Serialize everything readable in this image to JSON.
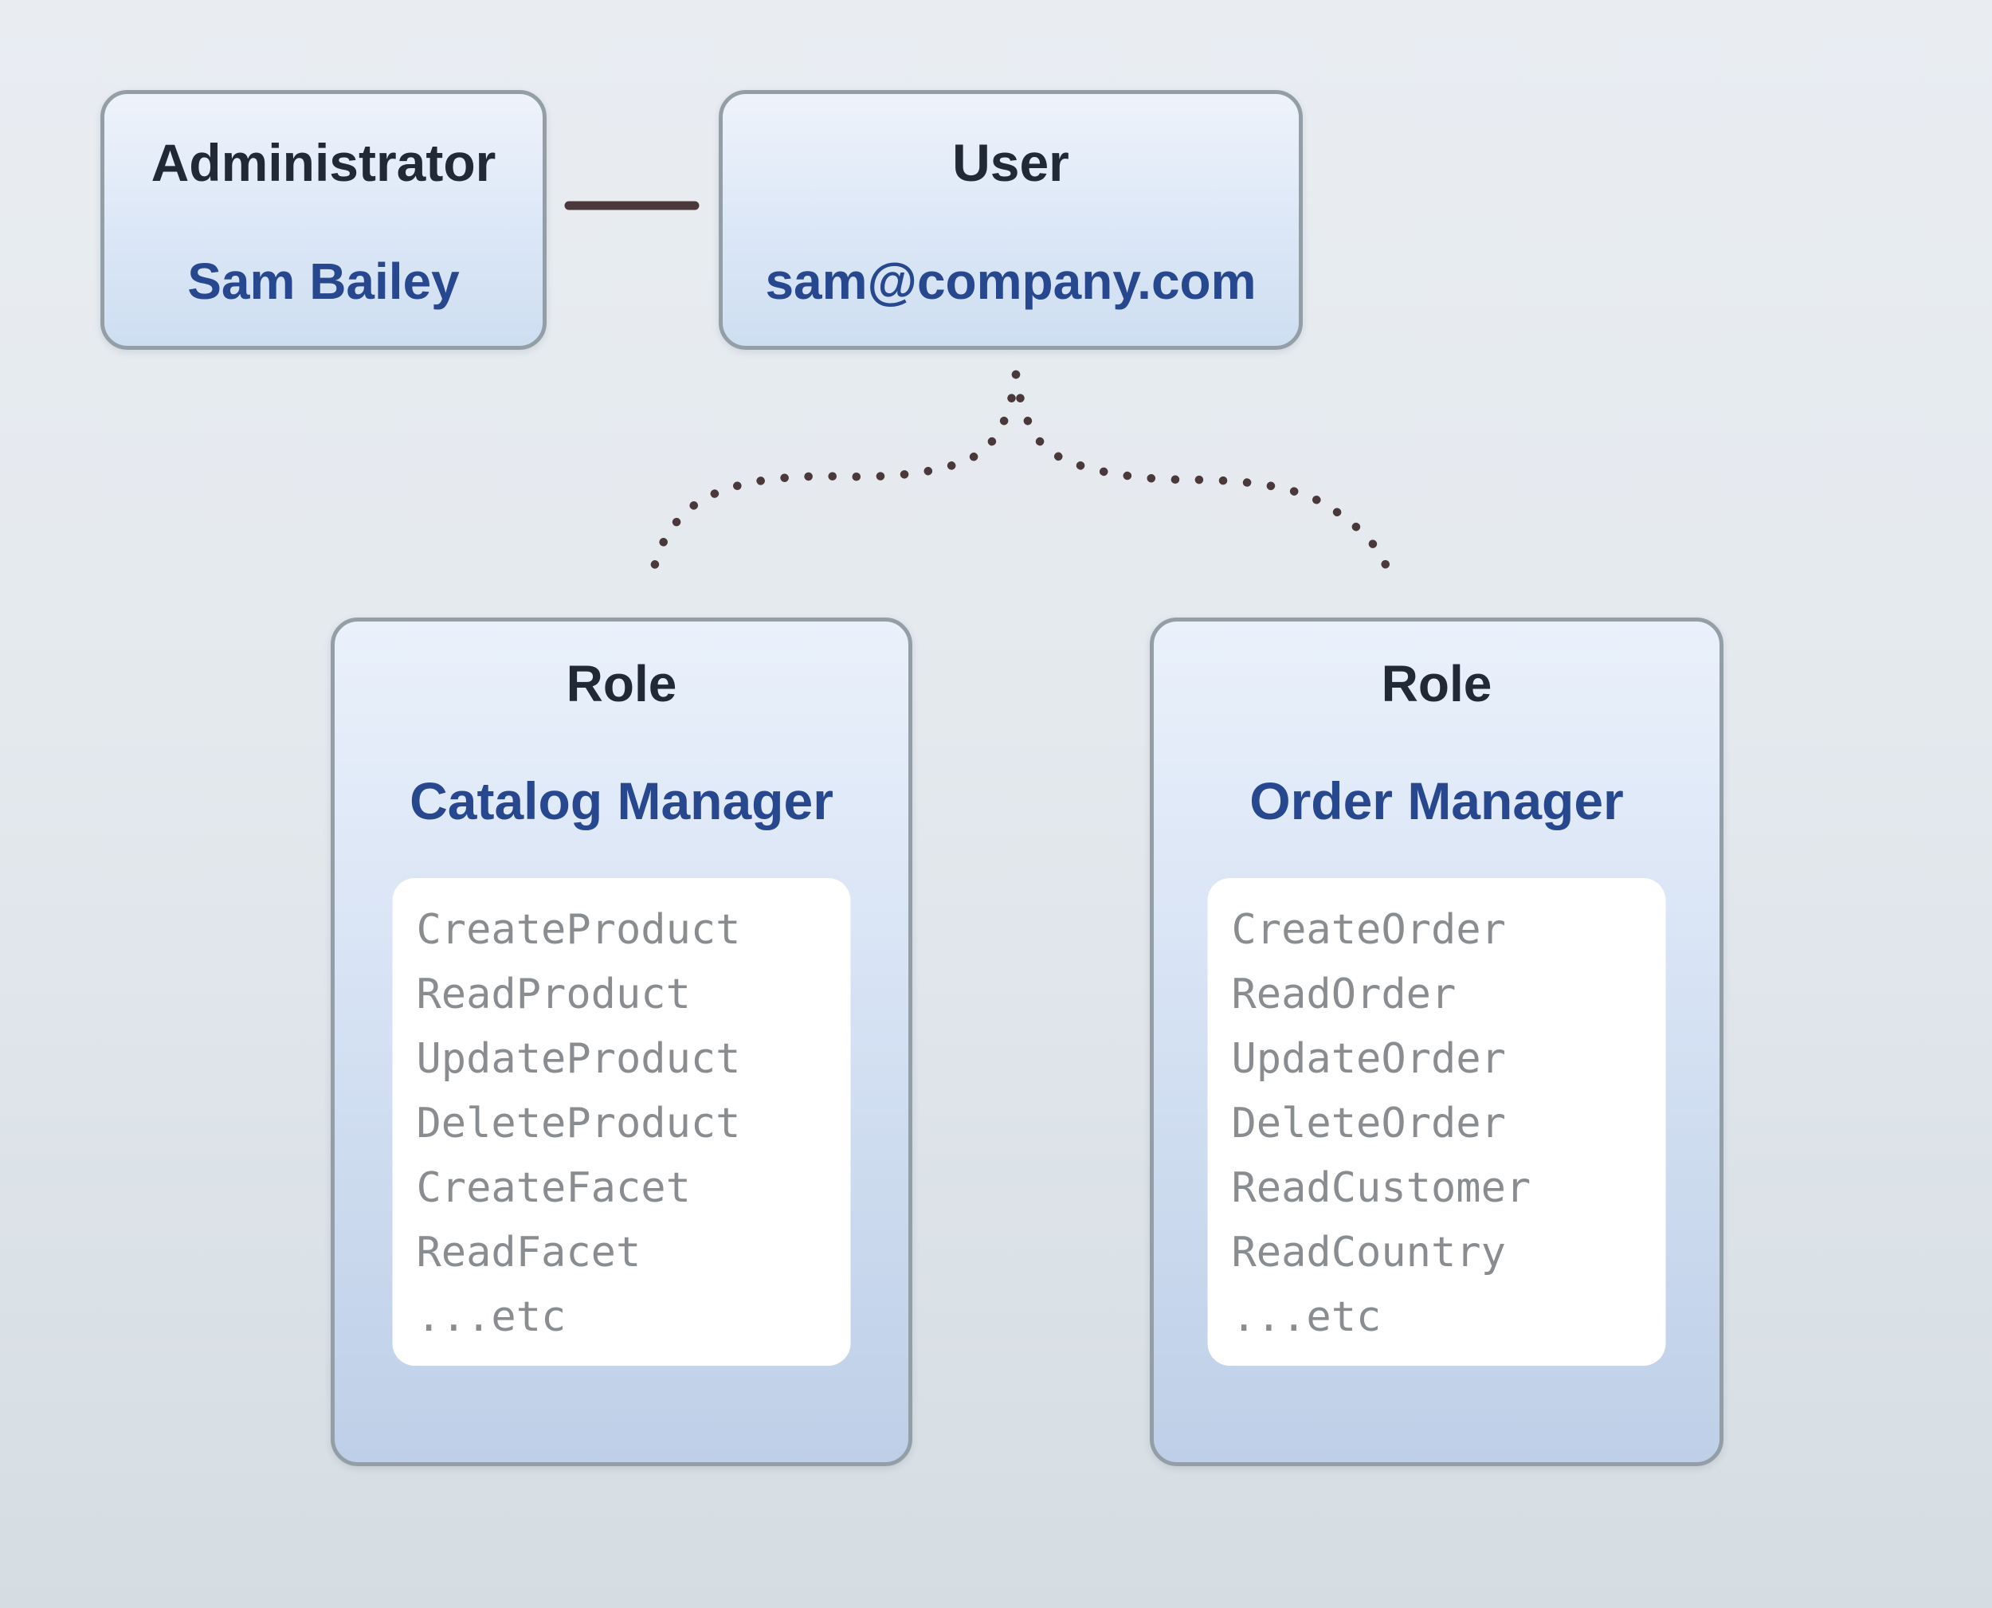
{
  "admin_card": {
    "title": "Administrator",
    "name": "Sam Bailey"
  },
  "user_card": {
    "title": "User",
    "email": "sam@company.com"
  },
  "role_left": {
    "title": "Role",
    "name": "Catalog Manager",
    "permissions": [
      "CreateProduct",
      "ReadProduct",
      "UpdateProduct",
      "DeleteProduct",
      "CreateFacet",
      "ReadFacet",
      "...etc"
    ]
  },
  "role_right": {
    "title": "Role",
    "name": "Order Manager",
    "permissions": [
      "CreateOrder",
      "ReadOrder",
      "UpdateOrder",
      "DeleteOrder",
      "ReadCustomer",
      "ReadCountry",
      "...etc"
    ]
  },
  "colors": {
    "page_bg_top": "#e9edf2",
    "page_bg_mid": "#e4e9ee",
    "page_bg_bottom": "#d5dde3",
    "card_border": "#949ea7",
    "card_fill_top": "#eef3fb",
    "card_fill_mid": "#dde8f7",
    "card_fill_bottom": "#cedef1",
    "role_fill_top": "#eaf1fb",
    "role_fill_mid": "#d6e2f4",
    "role_fill_bottom": "#becfe7",
    "panel_bg": "#ffffff",
    "title_color": "#222936",
    "accent_blue": "#27478f",
    "permission_color": "#8a8d90",
    "connector_color": "#4a383b"
  }
}
